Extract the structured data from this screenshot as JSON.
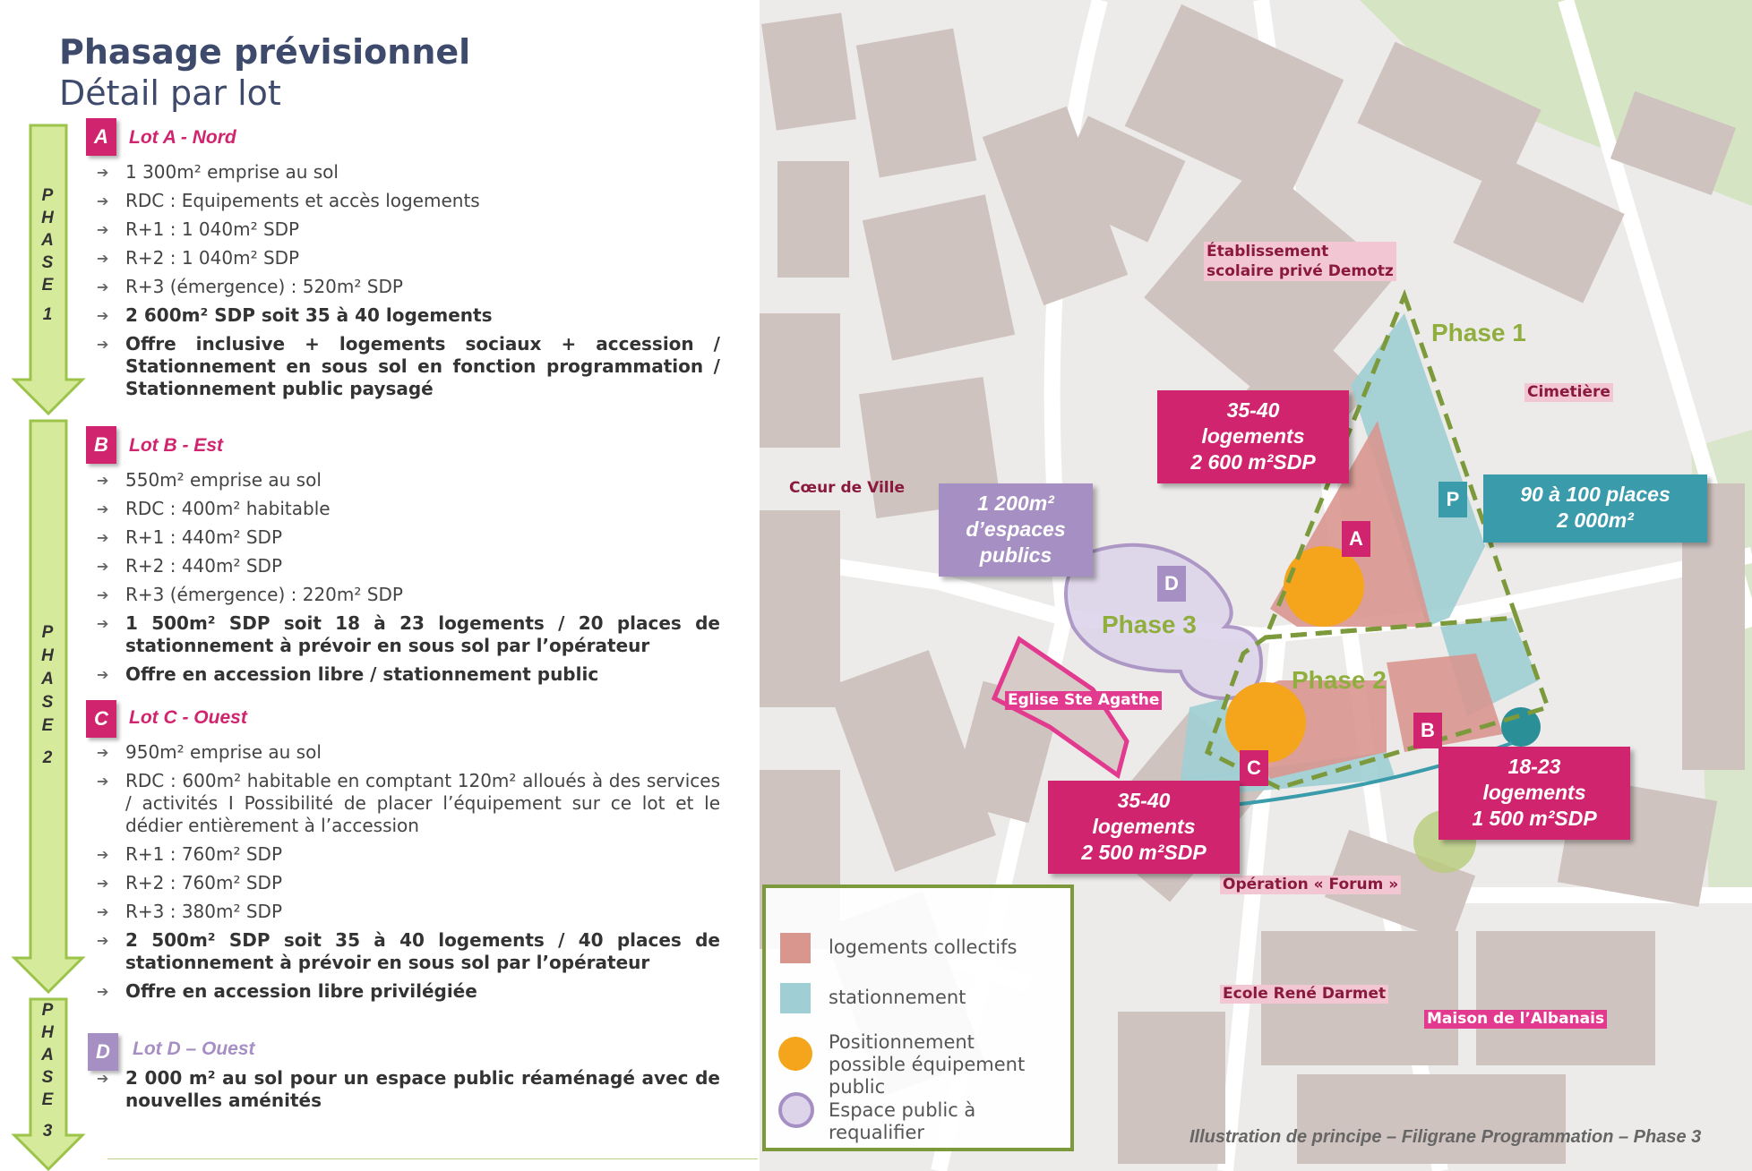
{
  "header": {
    "title": "Phasage prévisionnel",
    "subtitle": "Détail par lot"
  },
  "phases": {
    "p1": [
      "P",
      "H",
      "A",
      "S",
      "E",
      "1"
    ],
    "p2": [
      "P",
      "H",
      "A",
      "S",
      "E",
      "2"
    ],
    "p3": [
      "P",
      "H",
      "A",
      "S",
      "E",
      "3"
    ]
  },
  "colors": {
    "magenta": "#d0256e",
    "teal": "#3a9bab",
    "lavender": "#a68fc2",
    "green": "#8fae3e"
  },
  "lots": {
    "a": {
      "letter": "A",
      "title": "Lot A - Nord",
      "items": [
        "1 300m² emprise au sol",
        "RDC : Equipements et accès logements",
        "R+1 : 1 040m² SDP",
        "R+2 : 1 040m² SDP",
        "R+3 (émergence) : 520m² SDP"
      ],
      "bold": [
        "2 600m² SDP soit 35 à 40 logements",
        "Offre inclusive + logements sociaux + accession / Stationnement en sous sol en fonction programmation / Stationnement public paysagé"
      ]
    },
    "b": {
      "letter": "B",
      "title": "Lot B - Est",
      "items": [
        "550m² emprise au sol",
        "RDC : 400m² habitable",
        "R+1 : 440m² SDP",
        "R+2 : 440m² SDP",
        "R+3 (émergence) : 220m² SDP"
      ],
      "bold": [
        "1 500m² SDP soit 18 à 23 logements / 20 places de stationnement à prévoir en sous sol par l’opérateur",
        "Offre en accession libre / stationnement public"
      ]
    },
    "c": {
      "letter": "C",
      "title": "Lot C - Ouest",
      "items": [
        "950m² emprise au sol",
        "RDC : 600m² habitable en comptant 120m² alloués à des services / activités I Possibilité de placer l’équipement sur ce lot et le dédier entièrement à l’accession",
        "R+1 : 760m² SDP",
        "R+2 : 760m² SDP",
        "R+3 : 380m² SDP"
      ],
      "bold": [
        "2 500m² SDP soit 35 à 40 logements / 40 places de stationnement à prévoir en sous sol par l’opérateur",
        "Offre en accession libre privilégiée"
      ]
    },
    "d": {
      "letter": "D",
      "title": "Lot D – Ouest",
      "bold": [
        "2 000 m² au sol pour un espace public réaménagé avec de nouvelles aménités"
      ]
    }
  },
  "map": {
    "labels": {
      "demotz": "Établissement\nscolaire privé Demotz",
      "cimetiere": "Cimetière",
      "coeur": "Cœur de Ville",
      "eglise": "Eglise Ste Agathe",
      "forum": "Opération « Forum »",
      "darmet": "Ecole René Darmet",
      "albanais": "Maison de l’Albanais"
    },
    "boxes": {
      "a": [
        "35-40",
        "logements",
        "2 600 m²SDP"
      ],
      "parking": [
        "90 à 100 places",
        "2 000m²"
      ],
      "public": [
        "1 200m²",
        "d’espaces",
        "publics"
      ],
      "c": [
        "35-40",
        "logements",
        "2 500 m²SDP"
      ],
      "b": [
        "18-23",
        "logements",
        "1 500 m²SDP"
      ]
    },
    "phases": {
      "p1": "Phase 1",
      "p2": "Phase 2",
      "p3": "Phase 3"
    },
    "letters": {
      "a": "A",
      "b": "B",
      "c": "C",
      "d": "D",
      "p": "P"
    }
  },
  "legend": {
    "logements": "logements collectifs",
    "stationnement": "stationnement",
    "equipement": "Positionnement possible équipement public",
    "espace": "Espace public à requalifier"
  },
  "caption": "Illustration de principe – Filigrane Programmation – Phase 3"
}
